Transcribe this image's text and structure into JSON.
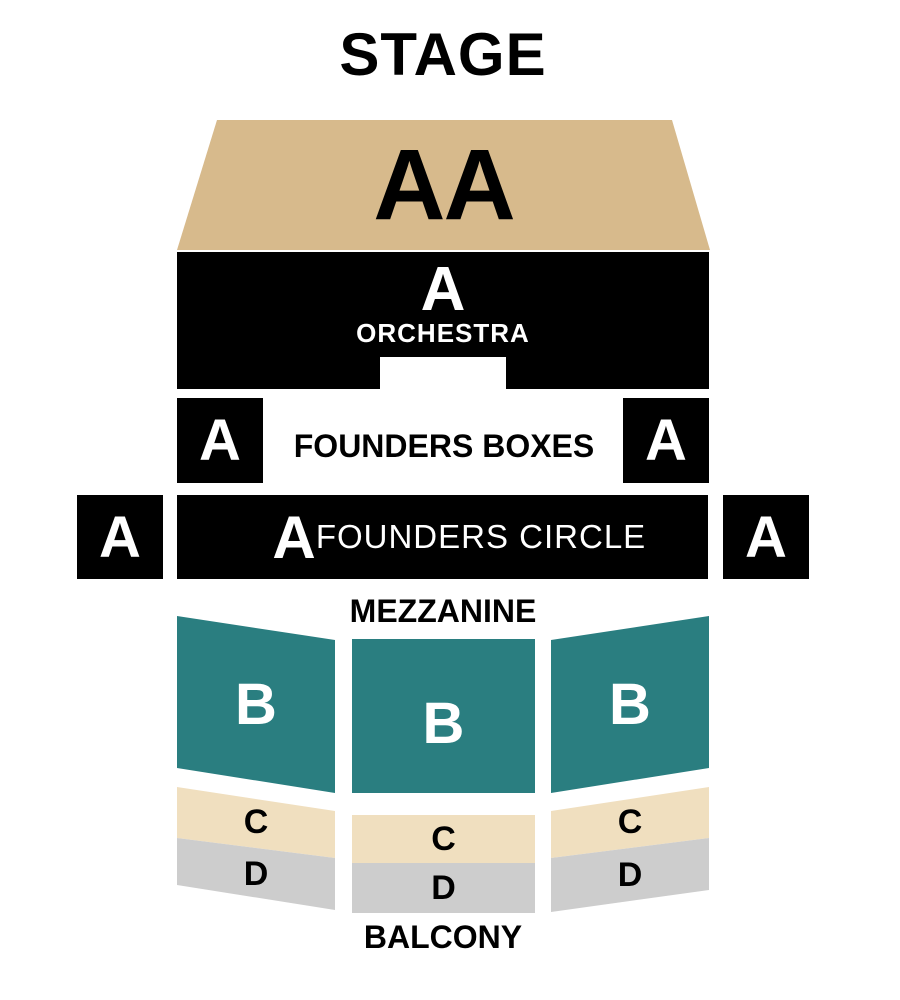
{
  "theme": {
    "stage_tan": "#d7ba8c",
    "section_black": "#000000",
    "mezzanine_teal": "#2a7e80",
    "balcony_c_cream": "#f0dfbf",
    "balcony_d_gray": "#cdcdcd",
    "text_white": "#ffffff",
    "text_black": "#000000"
  },
  "stage": {
    "label": "STAGE"
  },
  "pit": {
    "label": "AA"
  },
  "orchestra": {
    "letter": "A",
    "label": "ORCHESTRA"
  },
  "founders_boxes": {
    "left_letter": "A",
    "label": "FOUNDERS BOXES",
    "right_letter": "A"
  },
  "founders_circle": {
    "far_left_letter": "A",
    "letter": "A",
    "label": "FOUNDERS CIRCLE",
    "far_right_letter": "A"
  },
  "mezzanine": {
    "label": "MEZZANINE",
    "left_letter": "B",
    "center_letter": "B",
    "right_letter": "B"
  },
  "balcony": {
    "label": "BALCONY",
    "c_left_letter": "C",
    "c_center_letter": "C",
    "c_right_letter": "C",
    "d_left_letter": "D",
    "d_center_letter": "D",
    "d_right_letter": "D"
  }
}
